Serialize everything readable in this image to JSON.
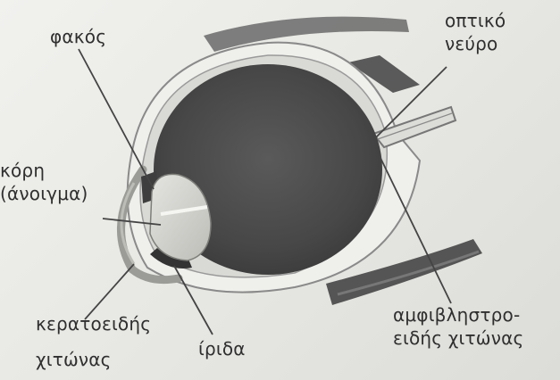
{
  "labels": {
    "lens": "φακός",
    "optic_nerve": [
      "οπτικό",
      "νεύρο"
    ],
    "pupil": [
      "κόρη",
      "(άνοιγμα)"
    ],
    "cornea": [
      "κερατοειδής",
      "χιτώνας"
    ],
    "iris": "ίριδα",
    "retina": [
      "αμφιβληστρο-",
      "ειδής χιτώνας"
    ]
  },
  "colors": {
    "ink": "#2f2f2f",
    "eyeball_interior": "#4a4a4a",
    "lens": "#d4d4d0",
    "muscle": "#555555"
  }
}
